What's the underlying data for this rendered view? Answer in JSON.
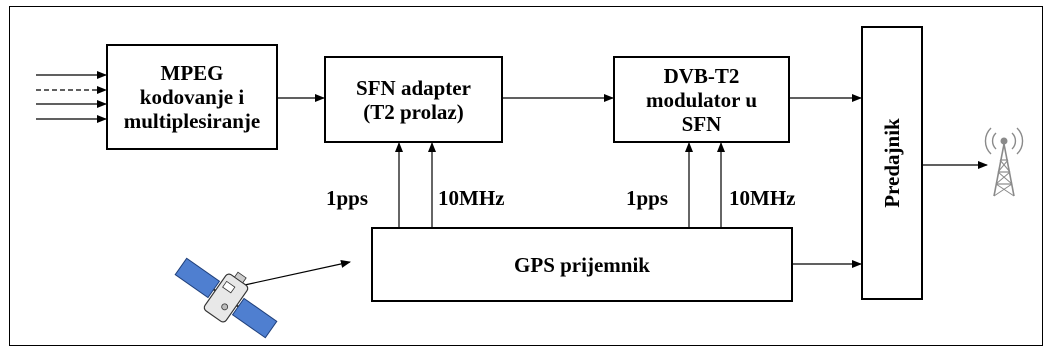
{
  "blocks": {
    "mpeg": [
      "MPEG",
      "kodovanje i",
      "multiplesiranje"
    ],
    "sfn_adapter": [
      "SFN adapter",
      "(T2 prolaz)"
    ],
    "modulator": [
      "DVB-T2",
      "modulator u",
      "SFN"
    ],
    "gps": "GPS prijemnik",
    "transmitter": "Predajnik"
  },
  "signals": {
    "pps_left": "1pps",
    "mhz_left": "10MHz",
    "pps_right": "1pps",
    "mhz_right": "10MHz"
  },
  "icons": {
    "satellite": "satellite-icon",
    "antenna": "transmission-tower-icon"
  },
  "colors": {
    "satellite_panel": "#4f7fd0",
    "line": "#000000",
    "tower": "#8a8a8a"
  }
}
